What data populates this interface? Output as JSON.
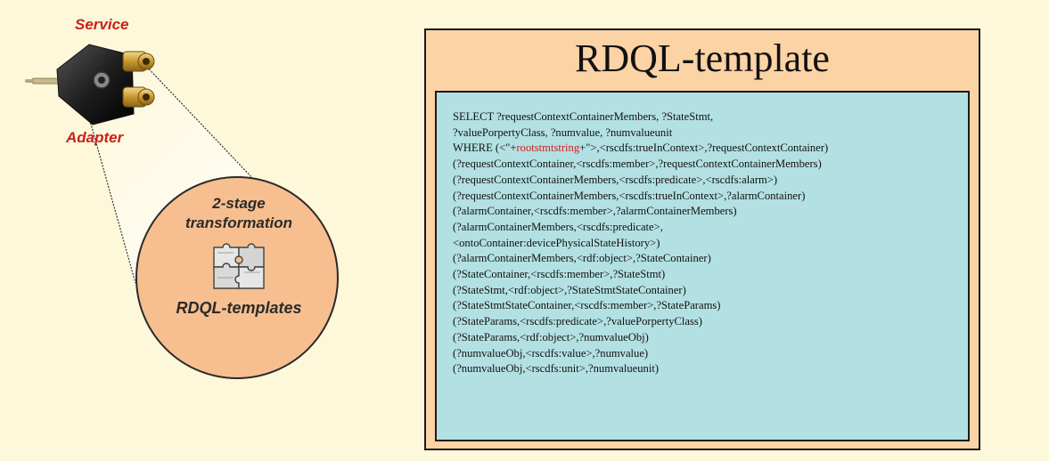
{
  "left": {
    "service_label": "Service",
    "adapter_label": "Adapter",
    "circle_title_line1": "2-stage",
    "circle_title_line2": "transformation",
    "circle_subtitle": "RDQL-templates",
    "icons": [
      "audio-adapter-icon",
      "puzzle-icon"
    ]
  },
  "template": {
    "title": "RDQL-template",
    "code_lines": [
      "SELECT ?requestContextContainerMembers, ?StateStmt,",
      "?valuePorpertyClass, ?numvalue, ?numvalueunit",
      null,
      "(?requestContextContainer,<rscdfs:member>,?requestContextContainerMembers)",
      "(?requestContextContainerMembers,<rscdfs:predicate>,<rscdfs:alarm>)",
      "(?requestContextContainerMembers,<rscdfs:trueInContext>,?alarmContainer)",
      "(?alarmContainer,<rscdfs:member>,?alarmContainerMembers)",
      "(?alarmContainerMembers,<rscdfs:predicate>,",
      "<ontoContainer:devicePhysicalStateHistory>)",
      "(?alarmContainerMembers,<rdf:object>,?StateContainer)",
      "(?StateContainer,<rscdfs:member>,?StateStmt)",
      "(?StateStmt,<rdf:object>,?StateStmtStateContainer)",
      "(?StateStmtStateContainer,<rscdfs:member>,?StateParams)",
      "(?StateParams,<rscdfs:predicate>,?valuePorpertyClass)",
      "(?StateParams,<rdf:object>,?numvalueObj)",
      "(?numvalueObj,<rscdfs:value>,?numvalue)",
      "(?numvalueObj,<rscdfs:unit>,?numvalueunit)"
    ],
    "where_line": {
      "prefix": "WHERE (<\"+",
      "highlight": "rootstmtstring",
      "suffix": "+\">,<rscdfs:trueInContext>,?requestContextContainer)"
    }
  },
  "colors": {
    "background": "#fdf8da",
    "template_box": "#fcd3a5",
    "code_box": "#b3e0e3",
    "circle": "#f7bf8f",
    "label_red": "#c8221a",
    "highlight_red": "#d0201a"
  }
}
